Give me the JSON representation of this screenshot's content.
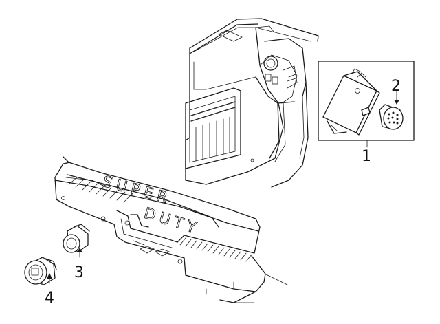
{
  "callouts": {
    "c1": "1",
    "c2": "2",
    "c3": "3",
    "c4": "4"
  },
  "bumper_emboss": {
    "word1": "SUPER",
    "word2": "DUTY"
  },
  "colors": {
    "line": "#1a1a1a",
    "background": "#ffffff"
  }
}
